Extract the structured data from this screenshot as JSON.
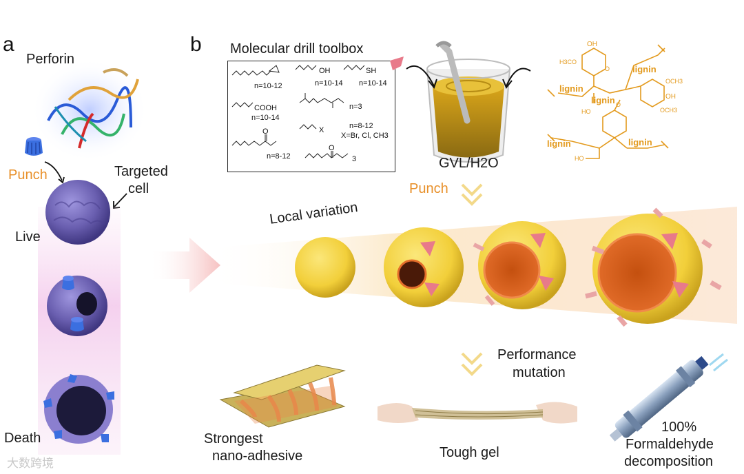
{
  "panel_a": {
    "letter": "a",
    "perforin_label": "Perforin",
    "punch_label": "Punch",
    "targeted_cell_line1": "Targeted",
    "targeted_cell_line2": "cell",
    "live_label": "Live",
    "death_label": "Death"
  },
  "panel_b": {
    "letter": "b",
    "toolbox_title": "Molecular drill toolbox",
    "chemicals": [
      {
        "formula": "n=10-12"
      },
      {
        "formula": "OH",
        "range": "n=10-14"
      },
      {
        "formula": "SH",
        "range": "n=10-14"
      },
      {
        "formula": "COOH",
        "range": "n=10-14"
      },
      {
        "range1": "n=8-12",
        "range2": "n=3"
      },
      {
        "formula": "X",
        "range": "X=Br, Cl, CH3"
      },
      {
        "formula": "O",
        "range": "n=8-12"
      },
      {
        "formula": "O",
        "suffix": "3"
      }
    ],
    "solvent_label": "GVL/H2O",
    "lignin_word": "lignin",
    "substituents": [
      "OH",
      "H3CO",
      "OCH3",
      "OH",
      "OCH3",
      "HO",
      "HO",
      "O",
      "O"
    ],
    "punch_label": "Punch",
    "local_variation_label": "Local variation",
    "performance_line1": "Performance",
    "performance_line2": "mutation",
    "applications": [
      {
        "line1": "Strongest",
        "line2": "nano-adhesive"
      },
      {
        "line1": "Tough gel"
      },
      {
        "line1": "100%",
        "line2": "Formaldehyde",
        "line3": "decomposition"
      }
    ]
  },
  "watermark": "大数跨境",
  "colors": {
    "accent_orange": "#e8902a",
    "lignin_orange": "#e39a1d",
    "cell_purple": "#6a5fb0",
    "particle_yellow": "#f2cf3a",
    "drill_pink": "#e87a8a",
    "punch_blue": "#3b6fe0"
  }
}
